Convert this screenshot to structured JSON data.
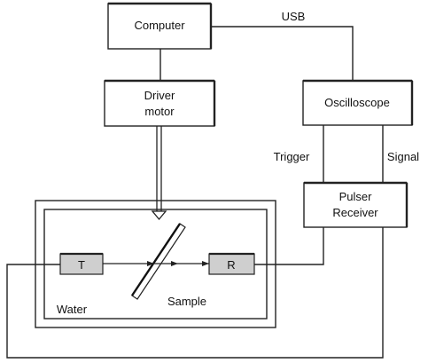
{
  "nodes": {
    "computer": "Computer",
    "driver_motor": [
      "Driver",
      "motor"
    ],
    "oscilloscope": "Oscilloscope",
    "pulser_receiver": [
      "Pulser",
      "Receiver"
    ],
    "transmitter": "T",
    "receiver": "R"
  },
  "labels": {
    "usb": "USB",
    "trigger": "Trigger",
    "signal": "Signal",
    "sample": "Sample",
    "water": "Water"
  },
  "colors": {
    "line": "#222222",
    "transducer_fill": "#cfcfcf",
    "box_fill": "#ffffff"
  }
}
